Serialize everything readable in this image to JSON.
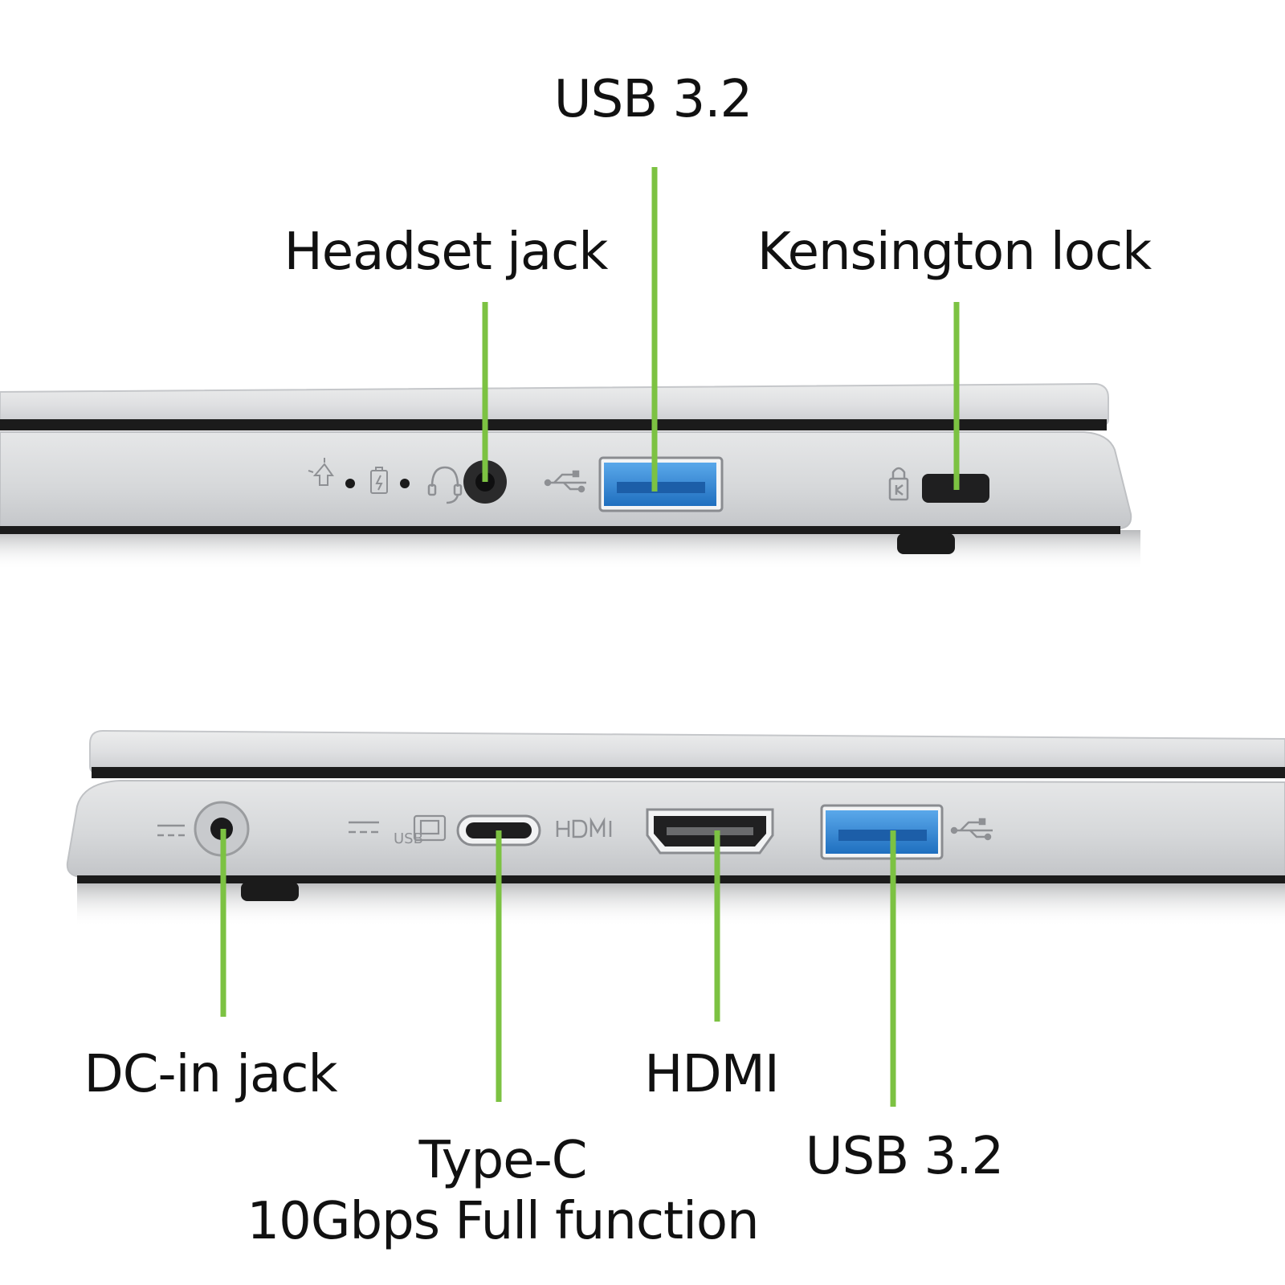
{
  "colors": {
    "callout_line": "#7cc242",
    "chassis_silver": "#d9dadc",
    "chassis_edge": "#bfc1c4",
    "bezel_black": "#1b1b1b",
    "port_blue": "#2e86d6",
    "text": "#111111"
  },
  "right_side": {
    "labels": {
      "usb_top": "USB 3.2",
      "headset": "Headset jack",
      "kensington": "Kensington lock"
    },
    "icons": [
      "power-light-icon",
      "battery-light-icon",
      "headset-icon",
      "usb-icon",
      "kensington-lock-icon"
    ]
  },
  "left_side": {
    "labels": {
      "dc_in": "DC-in jack",
      "type_c_line1": "Type-C",
      "type_c_line2": "10Gbps Full function",
      "hdmi": "HDMI",
      "usb_bottom": "USB 3.2"
    },
    "icons": [
      "dc-in-icon",
      "dc-icon",
      "usb-c-display-icon",
      "hdmi-logo-icon",
      "usb-icon"
    ]
  }
}
